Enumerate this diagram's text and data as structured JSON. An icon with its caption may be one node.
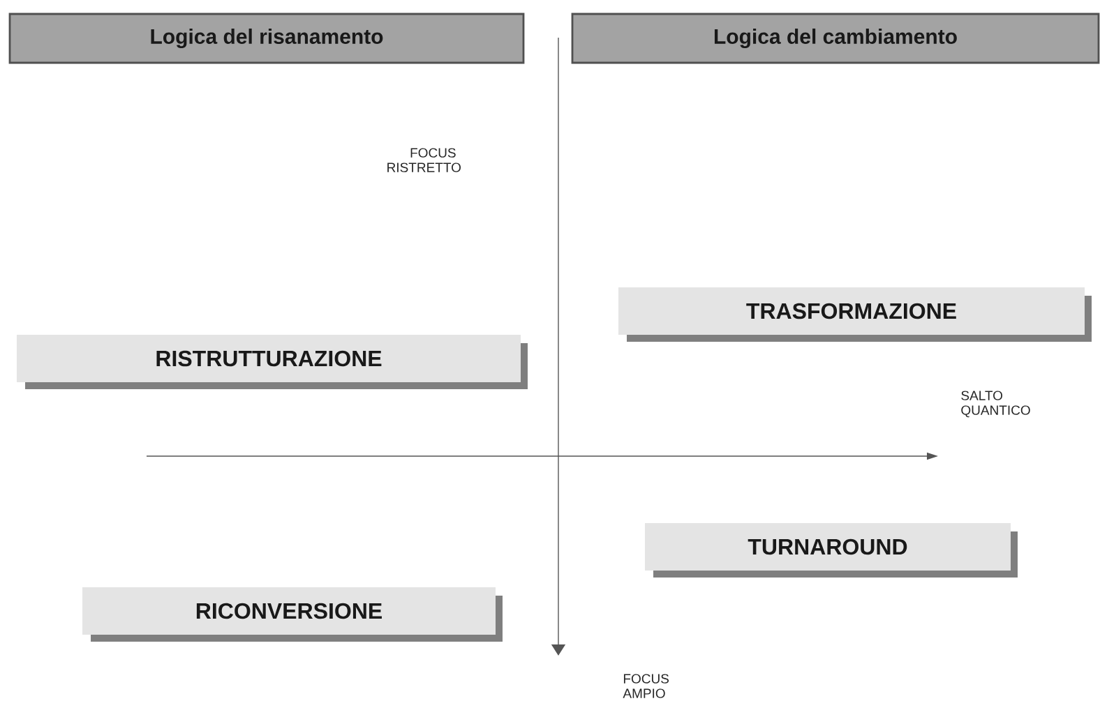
{
  "diagram": {
    "nodes": [
      {
        "text": [
          "Logica del risanamento"
        ]
      },
      {
        "text": [
          "Logica del cambiamento"
        ]
      },
      {
        "text": [
          "TRASFORMAZIONE"
        ]
      },
      {
        "text": [
          "RISTRUTTURAZIONE"
        ]
      },
      {
        "text": [
          "TURNAROUND"
        ]
      },
      {
        "text": [
          "RICONVERSIONE"
        ]
      }
    ],
    "labels": [
      "FOCUS RISTRETTO",
      "SALTO QUANTICO",
      "FOCUS AMPIO"
    ]
  }
}
